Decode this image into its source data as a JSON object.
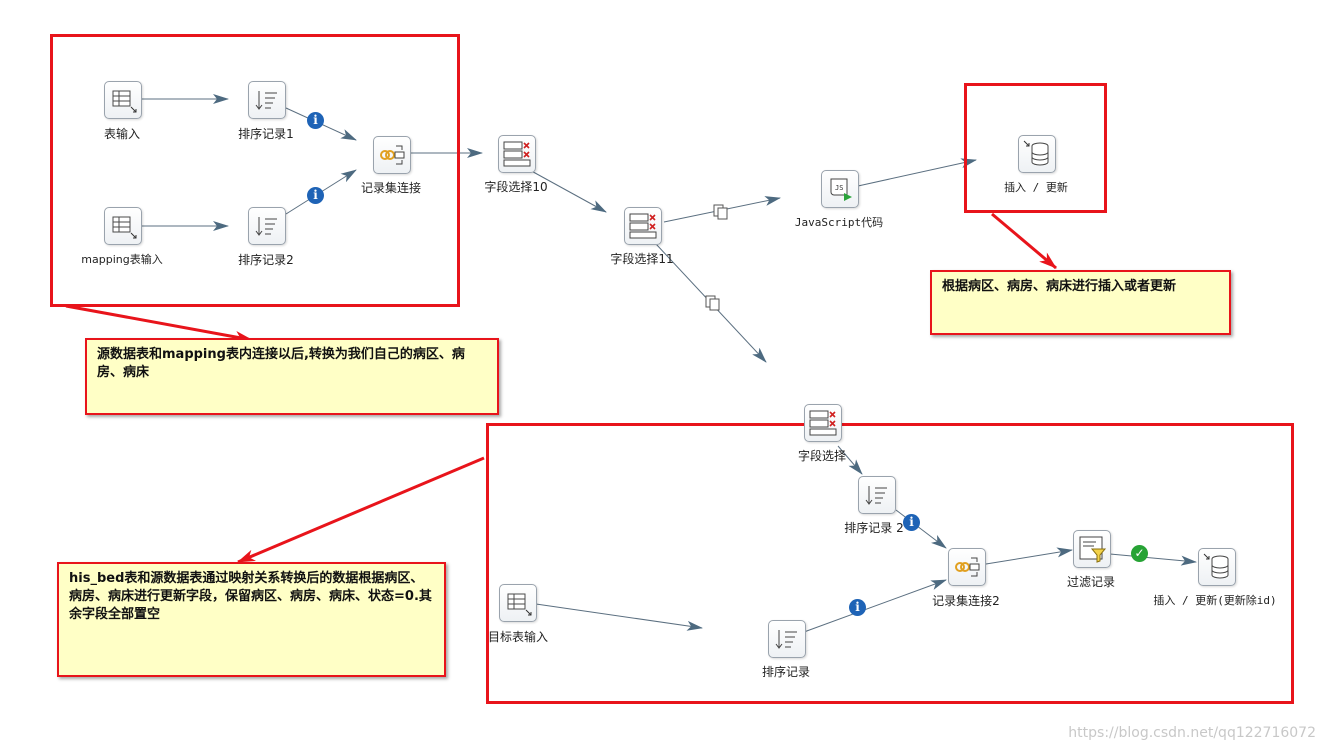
{
  "steps": {
    "table_input": "表输入",
    "sort1": "排序记录1",
    "mapping_input": "mapping表输入",
    "sort2": "排序记录2",
    "merge_join": "记录集连接",
    "select10": "字段选择10",
    "select11": "字段选择11",
    "javascript": "JavaScript代码",
    "insert_update": "插入 / 更新",
    "select": "字段选择",
    "sort_b": "排序记录 2",
    "merge_join2": "记录集连接2",
    "filter": "过滤记录",
    "insert_update2": "插入 / 更新(更新除id)",
    "target_input": "目标表输入",
    "sort_c": "排序记录"
  },
  "icons": {
    "table_input": "table-input-icon",
    "sort": "sort-icon",
    "merge_join": "merge-join-icon",
    "select_values": "select-values-icon",
    "javascript": "script-icon",
    "insert_update": "database-update-icon",
    "filter": "filter-icon",
    "info_hop": "info-icon",
    "copy_hop": "copy-rows-icon",
    "true_hop": "check-icon"
  },
  "notes": {
    "note1": "源数据表和mapping表内连接以后,转换为我们自己的病区、病房、病床",
    "note2": "根据病区、病房、病床进行插入或者更新",
    "note3": "his_bed表和源数据表通过映射关系转换后的数据根据病区、病房、病床进行更新字段，保留病区、病房、病床、状态=0.其余字段全部置空"
  },
  "colors": {
    "highlight_border": "#e8141b",
    "note_background": "#ffffc6",
    "hop_line": "#5b6f80",
    "info_badge": "#1e63b6",
    "ok_badge": "#27a335"
  },
  "watermark": "https://blog.csdn.net/qq122716072"
}
